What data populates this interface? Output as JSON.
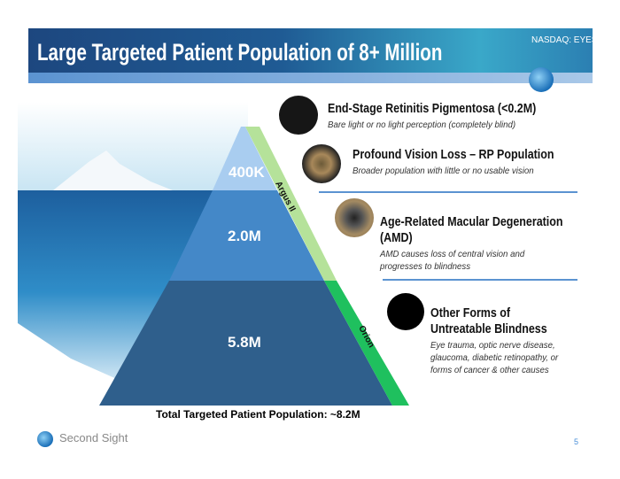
{
  "header": {
    "title": "Large Targeted Patient Population of 8+ Million",
    "ticker": "NASDAQ: EYES"
  },
  "pyramid": {
    "tiers": [
      {
        "label": "400K",
        "color": "#a9cdf0"
      },
      {
        "label": "2.0M",
        "color": "#4488c8"
      },
      {
        "label": "5.8M",
        "color": "#2f5f8c"
      }
    ],
    "bands": [
      {
        "label": "Argus II",
        "color": "#b5e29a"
      },
      {
        "label": "Orion",
        "color": "#1fc05e"
      }
    ],
    "total": "Total Targeted Patient Population: ~8.2M"
  },
  "segments": [
    {
      "title": "End-Stage Retinitis Pigmentosa (<0.2M)",
      "desc": [
        "Bare light or no light perception (completely blind)"
      ]
    },
    {
      "title": "Profound Vision Loss – RP Population",
      "desc": [
        "Broader population with little or no usable vision"
      ]
    },
    {
      "title": [
        "Age-Related Macular Degeneration",
        "(AMD)"
      ],
      "desc": [
        "AMD causes loss of central vision and",
        "progresses to blindness"
      ]
    },
    {
      "title": [
        "Other Forms of",
        "Untreatable Blindness"
      ],
      "desc": [
        "Eye trauma, optic nerve disease,",
        "glaucoma, diabetic retinopathy, or",
        "forms of cancer & other causes"
      ]
    }
  ],
  "footer": {
    "company": "Second Sight",
    "page": "5"
  }
}
